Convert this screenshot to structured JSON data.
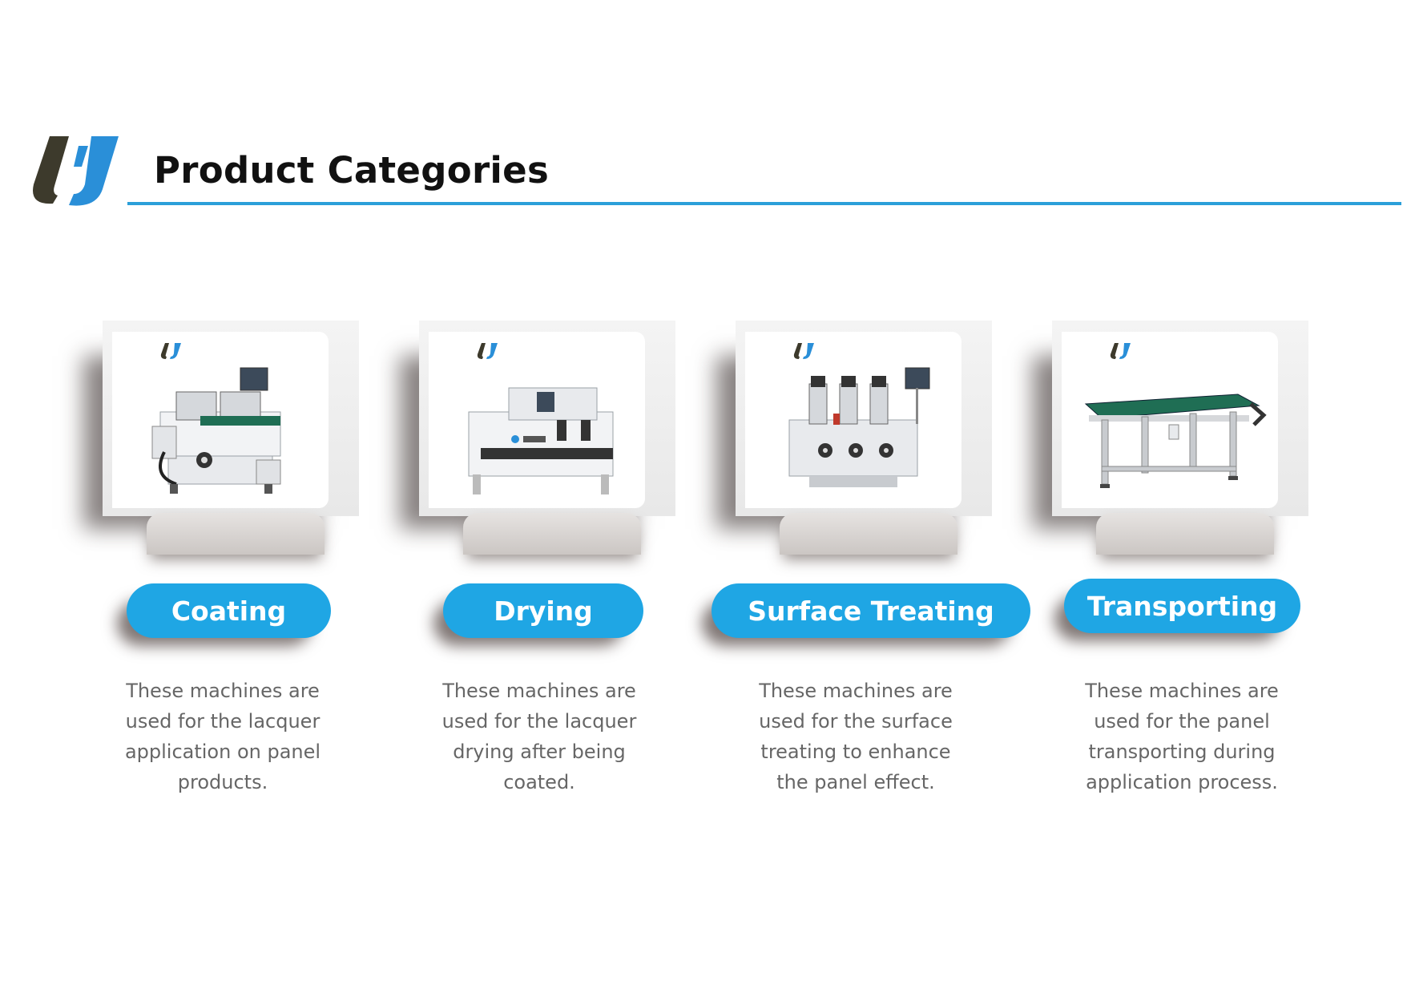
{
  "header": {
    "title": "Product Categories",
    "logo_icon": "brand-logo-icon",
    "accent_color": "#2b9fd9"
  },
  "categories": [
    {
      "label": "Coating",
      "description": "These machines are\nused for the lacquer\napplication on panel\nproducts.",
      "image_icon": "roller-coating-machine-icon"
    },
    {
      "label": "Drying",
      "description": "These machines are\nused for the lacquer\ndrying after being\ncoated.",
      "image_icon": "uv-drying-machine-icon"
    },
    {
      "label": "Surface Treating",
      "description": "These machines are\nused for the surface\ntreating to enhance\nthe panel effect.",
      "image_icon": "brushing-machine-icon"
    },
    {
      "label": "Transporting",
      "description": "These machines are\nused for the panel\ntransporting during\napplication process.",
      "image_icon": "belt-conveyor-icon"
    }
  ],
  "colors": {
    "pill": "#1fa6e4",
    "description_text": "#666666",
    "logo_dark": "#3d3a2c",
    "logo_blue": "#2a8fd8",
    "conveyor_belt": "#1f6e54"
  }
}
